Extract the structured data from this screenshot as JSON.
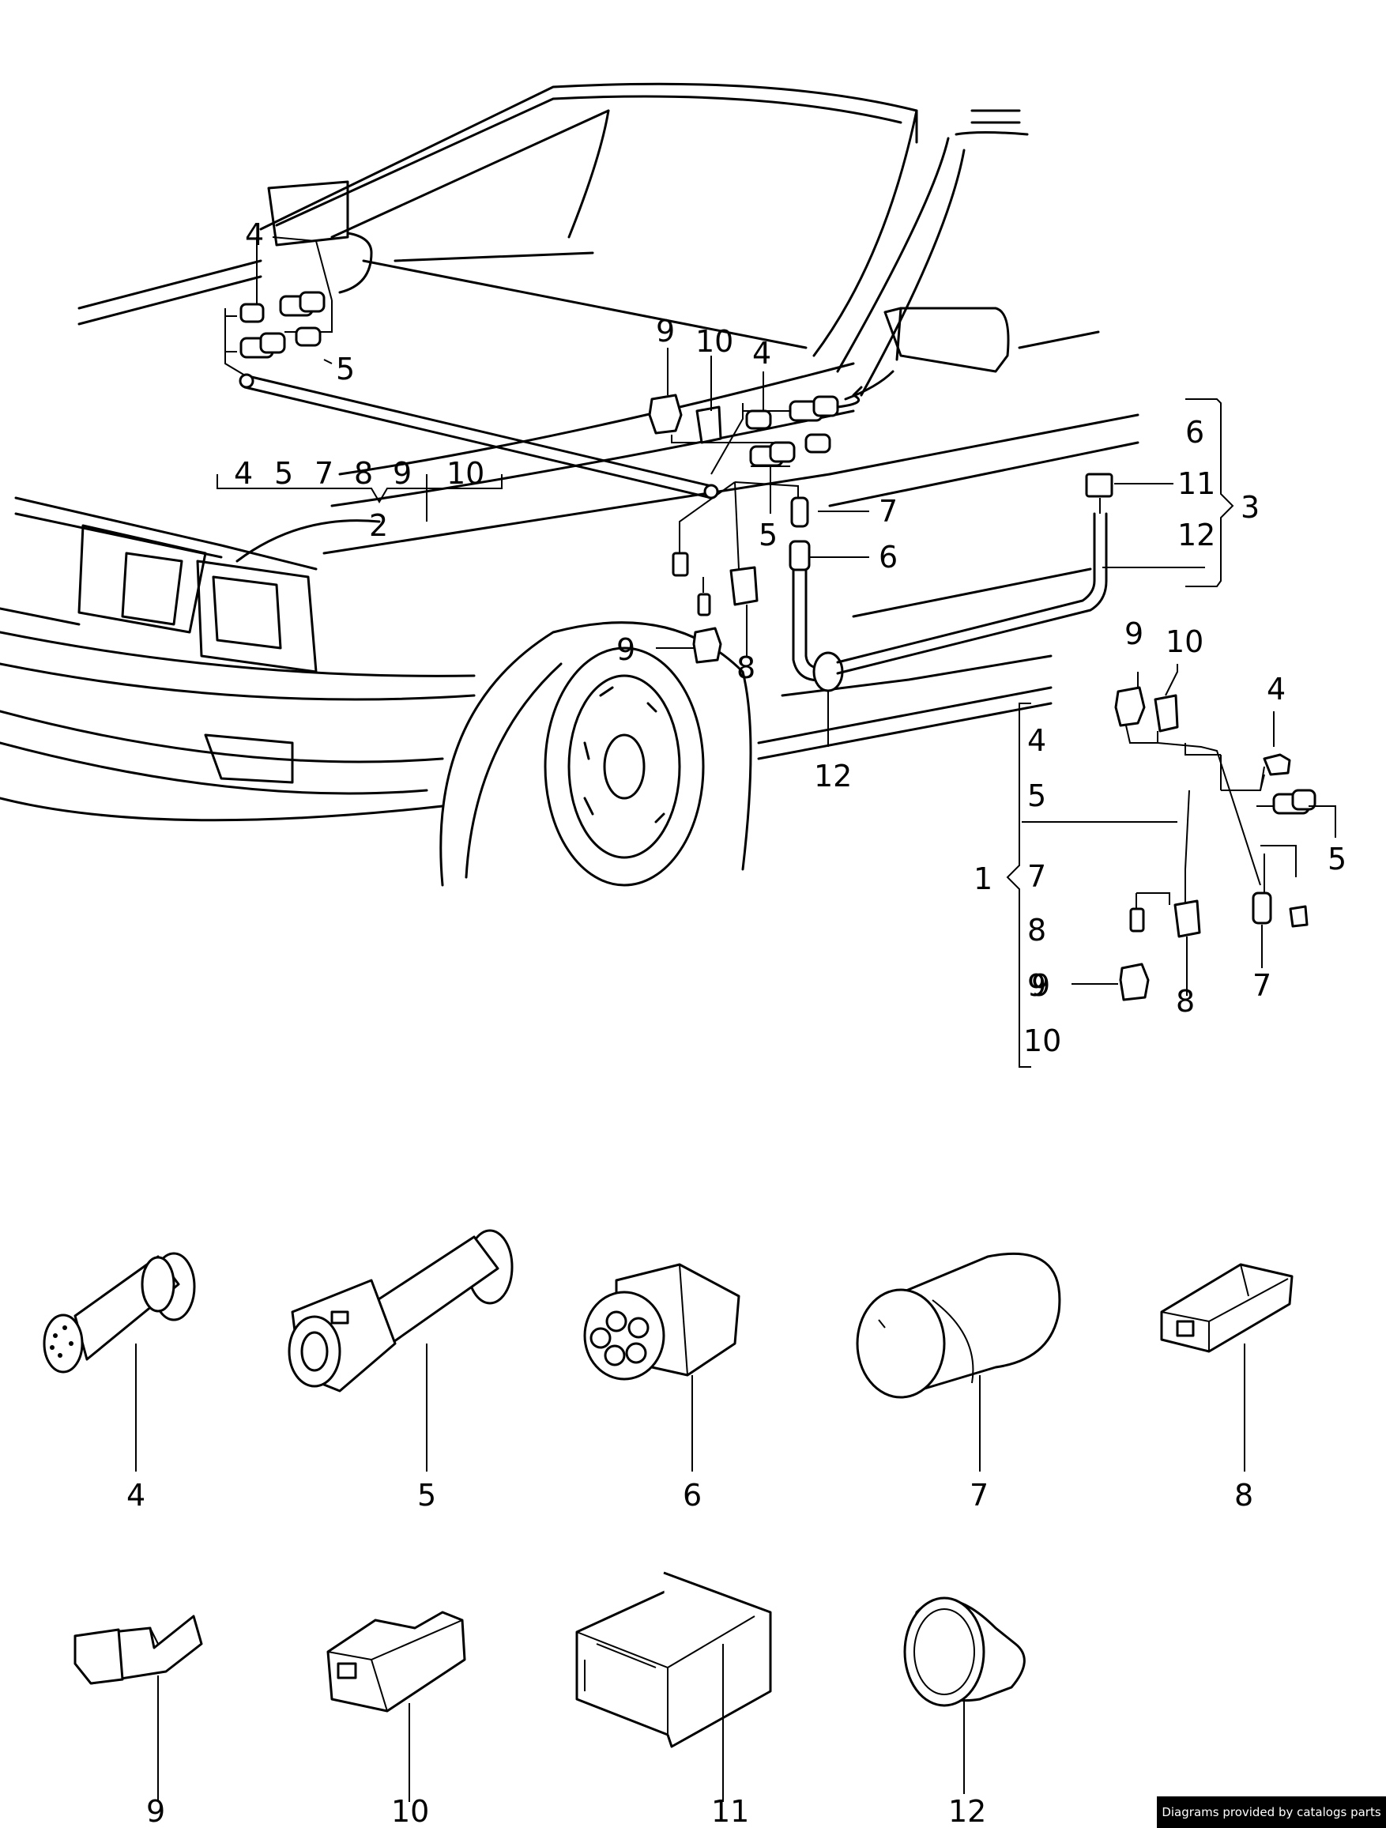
{
  "labels": {
    "main": {
      "l4_mirror": "4",
      "l5_mirror": "5",
      "l9_top": "9",
      "l10_top": "10",
      "l4_top": "4",
      "g2_4": "4",
      "g2_5": "5",
      "g2_7": "7",
      "g2_8": "8",
      "g2_9": "9",
      "g2_10": "10",
      "g2_total": "2",
      "l5_mid": "5",
      "l7_mid": "7",
      "l6_mid": "6",
      "l9_mid": "9",
      "l8_mid": "8",
      "l12_mid": "12",
      "l11": "11",
      "g3_6": "6",
      "g3_12": "12",
      "g3_total": "3"
    },
    "inset": {
      "l9": "9",
      "l10": "10",
      "l4": "4",
      "l5": "5",
      "l7": "7",
      "l8": "8",
      "l9_side": "9",
      "g1_4": "4",
      "g1_5": "5",
      "g1_7": "7",
      "g1_8": "8",
      "g1_9": "9",
      "g1_10": "10",
      "g1_total": "1"
    },
    "parts": {
      "p4": "4",
      "p5": "5",
      "p6": "6",
      "p7": "7",
      "p8": "8",
      "p9": "9",
      "p10": "10",
      "p11": "11",
      "p12": "12"
    }
  },
  "credit": "Diagrams provided by catalogs parts"
}
